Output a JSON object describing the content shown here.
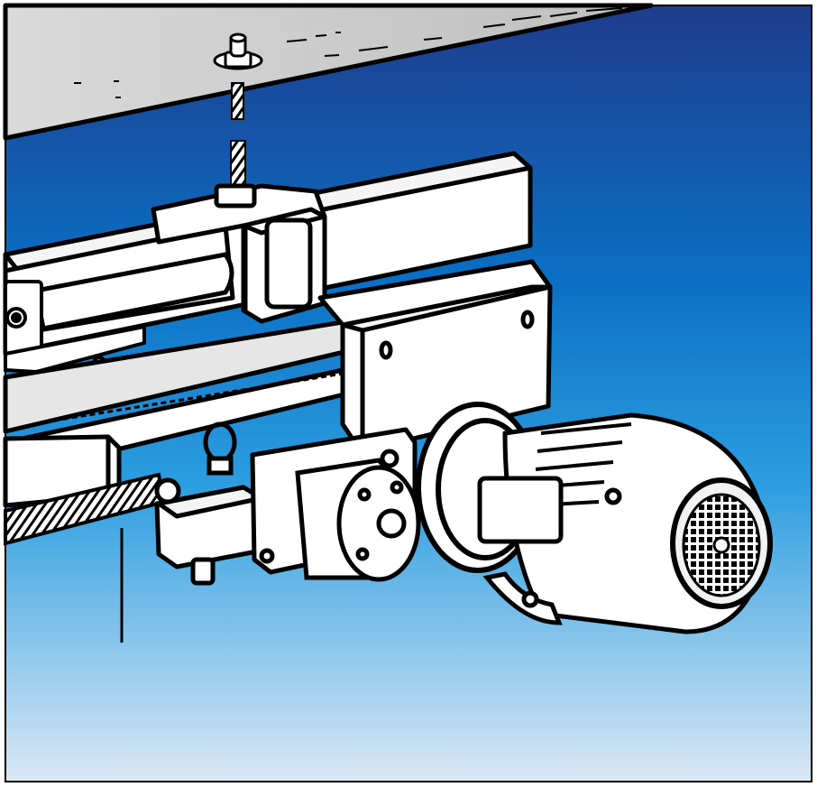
{
  "illustration": {
    "subject": "",
    "colors": {
      "sky_top": "#1f3c8c",
      "sky_mid": "#0a6fc4",
      "sky_low": "#2d9ee0",
      "sky_bottom": "#dbe8f5",
      "ceiling": "#c7c7c7",
      "ceiling_light": "#dadada",
      "line": "#000000",
      "metal": "#ffffff",
      "rail_shadow": "#e6e6e6"
    },
    "icons": [
      "ceiling-panel",
      "threaded-rod",
      "rail-beam",
      "trolley-clamp",
      "guide-rail",
      "drive-housing",
      "lead-screw",
      "limit-switch-box",
      "gearbox",
      "electric-motor",
      "motor-fan-cover",
      "lifting-eye"
    ]
  }
}
